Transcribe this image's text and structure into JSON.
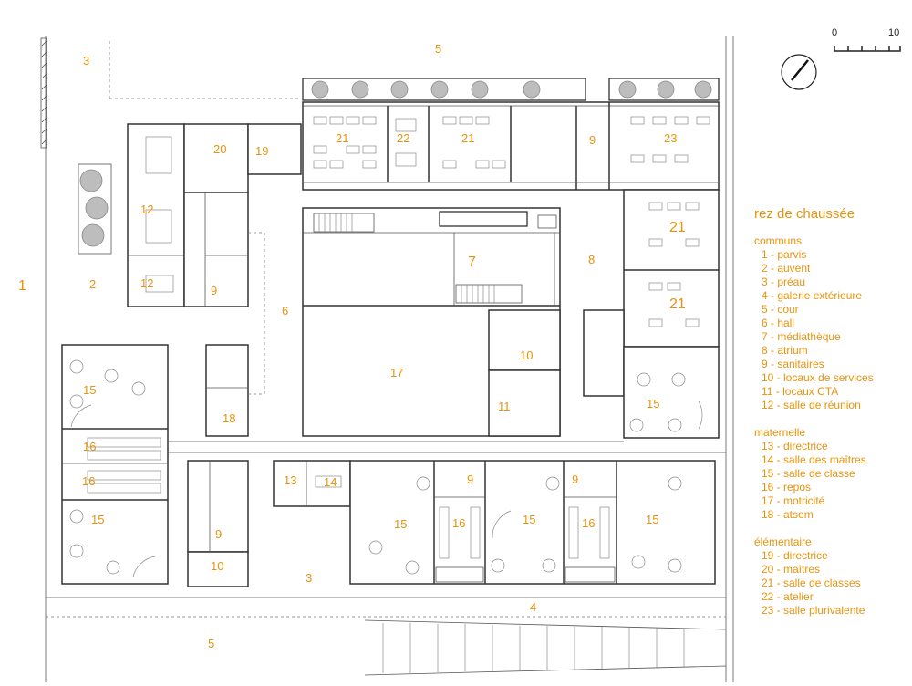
{
  "legend": {
    "title": "rez de chaussée",
    "groups": [
      {
        "heading": "communs",
        "items": [
          "1 - parvis",
          "2 - auvent",
          "3 - préau",
          "4 - galerie extérieure",
          "5 - cour",
          "6 - hall",
          "7 - médiathèque",
          "8 - atrium",
          "9 - sanitaires",
          "10 - locaux de services",
          "11 - locaux CTA",
          "12 - salle de réunion"
        ]
      },
      {
        "heading": "maternelle",
        "items": [
          "13 - directrice",
          "14 - salle des maîtres",
          "15 - salle de classe",
          "16 - repos",
          "17 - motricité",
          "18 - atsem"
        ]
      },
      {
        "heading": "élémentaire",
        "items": [
          "19 - directrice",
          "20 - maîtres",
          "21 - salle de classes",
          "22 - atelier",
          "23 - salle plurivalente"
        ]
      }
    ]
  },
  "scale": {
    "start": "0",
    "end": "10"
  },
  "labels": [
    {
      "text": "1"
    },
    {
      "text": "2"
    },
    {
      "text": "3"
    },
    {
      "text": "3"
    },
    {
      "text": "4"
    },
    {
      "text": "5"
    },
    {
      "text": "5"
    },
    {
      "text": "6"
    },
    {
      "text": "7"
    },
    {
      "text": "8"
    },
    {
      "text": "9"
    },
    {
      "text": "9"
    },
    {
      "text": "9"
    },
    {
      "text": "9"
    },
    {
      "text": "9"
    },
    {
      "text": "10"
    },
    {
      "text": "10"
    },
    {
      "text": "11"
    },
    {
      "text": "12"
    },
    {
      "text": "12"
    },
    {
      "text": "13"
    },
    {
      "text": "14"
    },
    {
      "text": "15"
    },
    {
      "text": "15"
    },
    {
      "text": "15"
    },
    {
      "text": "15"
    },
    {
      "text": "15"
    },
    {
      "text": "15"
    },
    {
      "text": "16"
    },
    {
      "text": "16"
    },
    {
      "text": "16"
    },
    {
      "text": "16"
    },
    {
      "text": "17"
    },
    {
      "text": "18"
    },
    {
      "text": "19"
    },
    {
      "text": "20"
    },
    {
      "text": "21"
    },
    {
      "text": "21"
    },
    {
      "text": "21"
    },
    {
      "text": "21"
    },
    {
      "text": "22"
    },
    {
      "text": "23"
    }
  ]
}
